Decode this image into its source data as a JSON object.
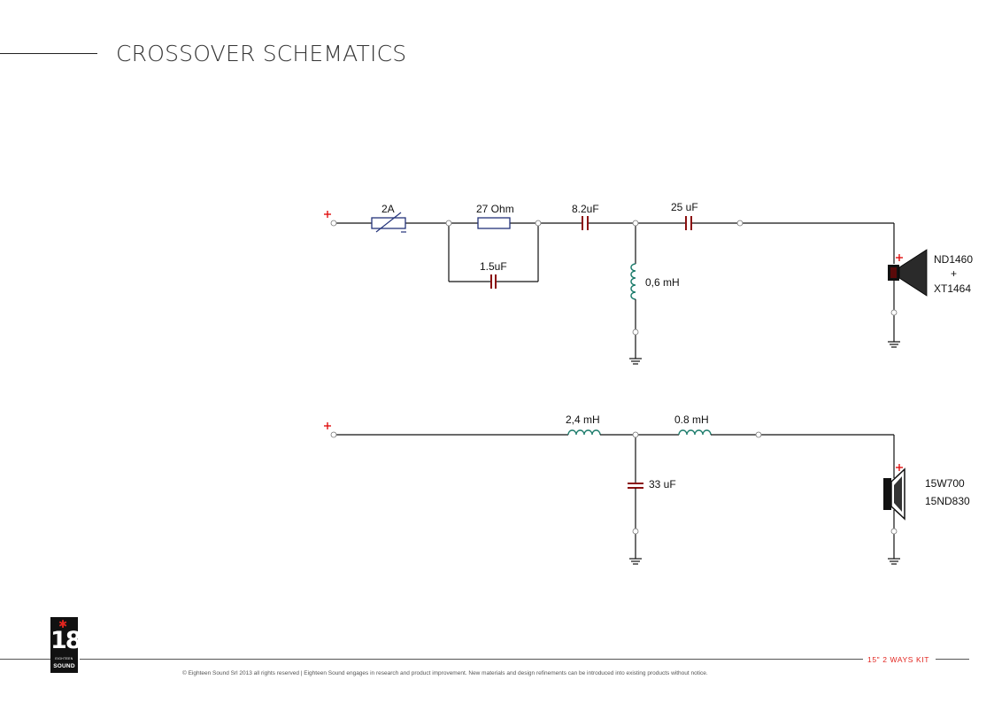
{
  "page": {
    "title": "CROSSOVER SCHEMATICS"
  },
  "high_pass": {
    "fuse": "2A",
    "resistor": "27 Ohm",
    "bypass_cap": "1.5uF",
    "cap1": "8.2uF",
    "cap2": "25 uF",
    "inductor": "0,6 mH",
    "driver_line1": "ND1460",
    "driver_plus": "+",
    "driver_line2": "XT1464"
  },
  "low_pass": {
    "inductor1": "2,4 mH",
    "inductor2": "0.8 mH",
    "cap": "33 uF",
    "driver_line1": "15W700",
    "driver_line2": "15ND830"
  },
  "footer": {
    "copyright": "© Eighteen Sound Srl 2013 all rights reserved | Eighteen Sound engages in research and product improvement. New materials and design refinements can be introduced into existing products without notice.",
    "kit_label": "15\" 2 WAYS KIT",
    "logo_number": "18",
    "logo_small": "EIGHTEEN",
    "logo_word": "SOUND"
  },
  "colors": {
    "accent": "#e2251f",
    "capacitor": "#8b1010",
    "inductor": "#1a7a6a",
    "resistor": "#23337a"
  }
}
